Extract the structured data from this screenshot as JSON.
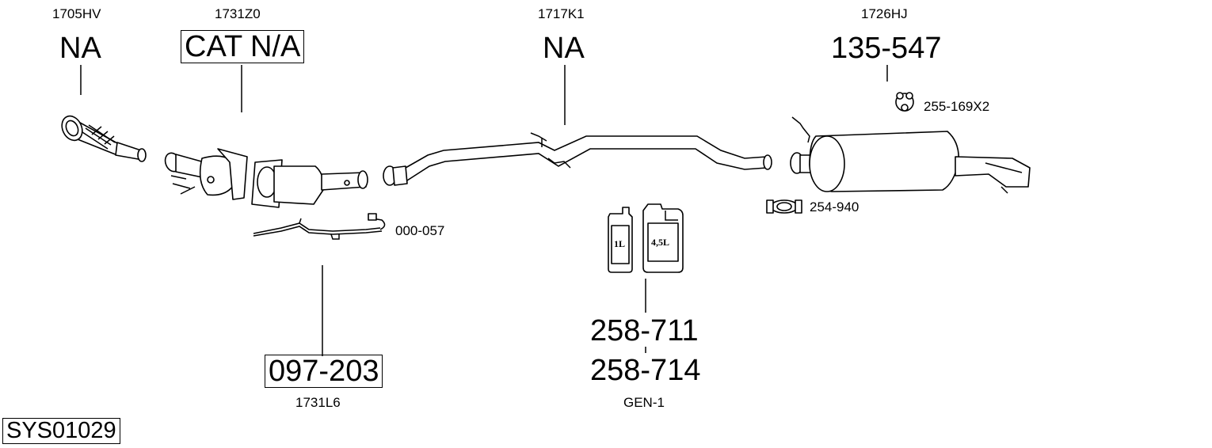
{
  "parts": {
    "front_pipe": {
      "code": "1705HV",
      "number": "NA"
    },
    "catalyst": {
      "code": "1731Z0",
      "number": "CAT N/A"
    },
    "center_pipe": {
      "code": "1717K1",
      "number": "NA"
    },
    "rear_silencer": {
      "code": "1726HJ",
      "number": "135-547"
    },
    "sensor_pipe": {
      "code": "1731L6",
      "number": "097-203"
    },
    "fluids": {
      "code": "GEN-1",
      "number_1": "258-711",
      "number_2": "258-714"
    }
  },
  "accessories": {
    "rubber_mount": "255-169X2",
    "clamp": "254-940",
    "bracket": "000-057"
  },
  "bottles": {
    "small": "1L",
    "large": "4,5L"
  },
  "system_id": "SYS01029"
}
